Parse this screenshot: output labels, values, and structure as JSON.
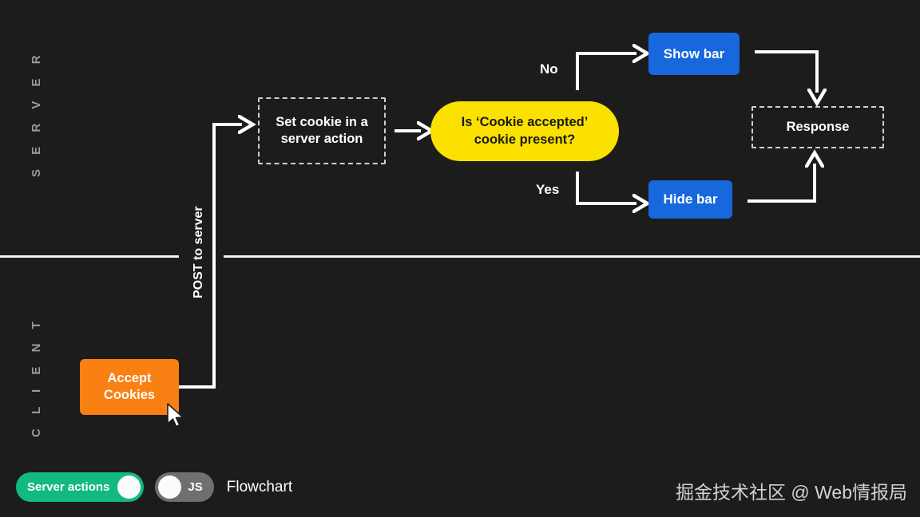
{
  "canvas": {
    "background": "#1c1c1c",
    "line_color": "#ffffff"
  },
  "lanes": [
    {
      "id": "server",
      "label": "S E R V E R"
    },
    {
      "id": "client",
      "label": "C L I E N T"
    }
  ],
  "nodes": {
    "set_cookie": {
      "label_line1": "Set cookie in a",
      "label_line2": "server action",
      "style": "dashed",
      "color": "#cfcfcf"
    },
    "decision": {
      "label_line1": "Is ‘Cookie accepted’",
      "label_line2": "cookie present?",
      "style": "pill",
      "color": "#fae100"
    },
    "show_bar": {
      "label": "Show bar",
      "style": "solid",
      "color": "#1668dc"
    },
    "hide_bar": {
      "label": "Hide bar",
      "style": "solid",
      "color": "#1668dc"
    },
    "response": {
      "label": "Response",
      "style": "dashed",
      "color": "#cfcfcf"
    },
    "accept_cookies": {
      "label_line1": "Accept",
      "label_line2": "Cookies",
      "style": "solid",
      "color": "#f98012"
    }
  },
  "edges": {
    "branch_no": "No",
    "branch_yes": "Yes",
    "post_to_server": "POST to server"
  },
  "footer": {
    "toggles": [
      {
        "id": "server-actions",
        "label": "Server actions",
        "state": "on",
        "color": "#12b981"
      },
      {
        "id": "js",
        "label": "JS",
        "state": "off",
        "color": "#6f6f6f"
      }
    ],
    "caption": "Flowchart"
  },
  "watermark": {
    "text": "掘金技术社区 @ Web情报局"
  }
}
